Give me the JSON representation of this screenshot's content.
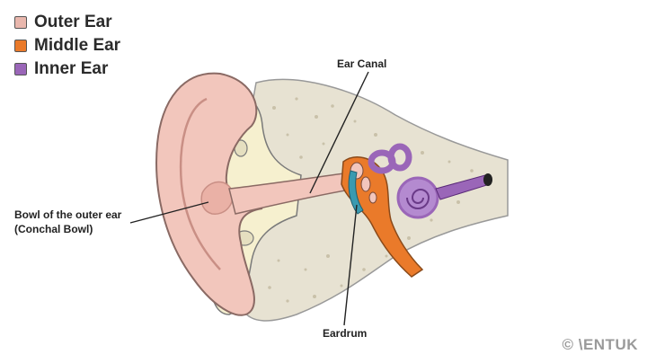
{
  "legend": [
    {
      "label": "Outer Ear",
      "color": "#e9b7ad"
    },
    {
      "label": "Middle Ear",
      "color": "#ea7a2a"
    },
    {
      "label": "Inner Ear",
      "color": "#9a66b8"
    }
  ],
  "labels": {
    "ear_canal": "Ear Canal",
    "bowl_line1": "Bowl of the outer ear",
    "bowl_line2": "(Conchal Bowl)",
    "eardrum": "Eardrum"
  },
  "copyright": "© \\ENTUK",
  "colors": {
    "skin": "#f2c6bc",
    "skin_dark": "#d99b90",
    "cartilage": "#f6f0cf",
    "bone": "#e7e2d2",
    "bone_dots": "#c9c1a9",
    "middle": "#ea7a2a",
    "inner": "#9a66b8",
    "eardrum": "#3a9ab0"
  }
}
